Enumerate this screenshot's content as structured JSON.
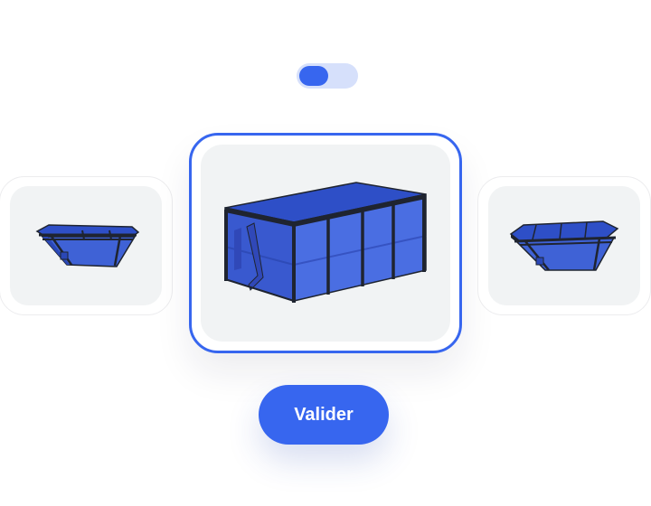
{
  "toggle": {
    "state": "on"
  },
  "options": [
    {
      "id": "skip-small",
      "icon": "skip-container-icon",
      "selected": false
    },
    {
      "id": "roll-off",
      "icon": "roll-off-container-icon",
      "selected": true
    },
    {
      "id": "skip-covered",
      "icon": "covered-skip-container-icon",
      "selected": false
    }
  ],
  "actions": {
    "validate_label": "Valider"
  },
  "colors": {
    "accent": "#3766ef",
    "toggle_track": "#d6e0fb",
    "card_fill": "#f1f3f4",
    "container_blue": "#3f62d6",
    "container_dark": "#1f2430"
  }
}
